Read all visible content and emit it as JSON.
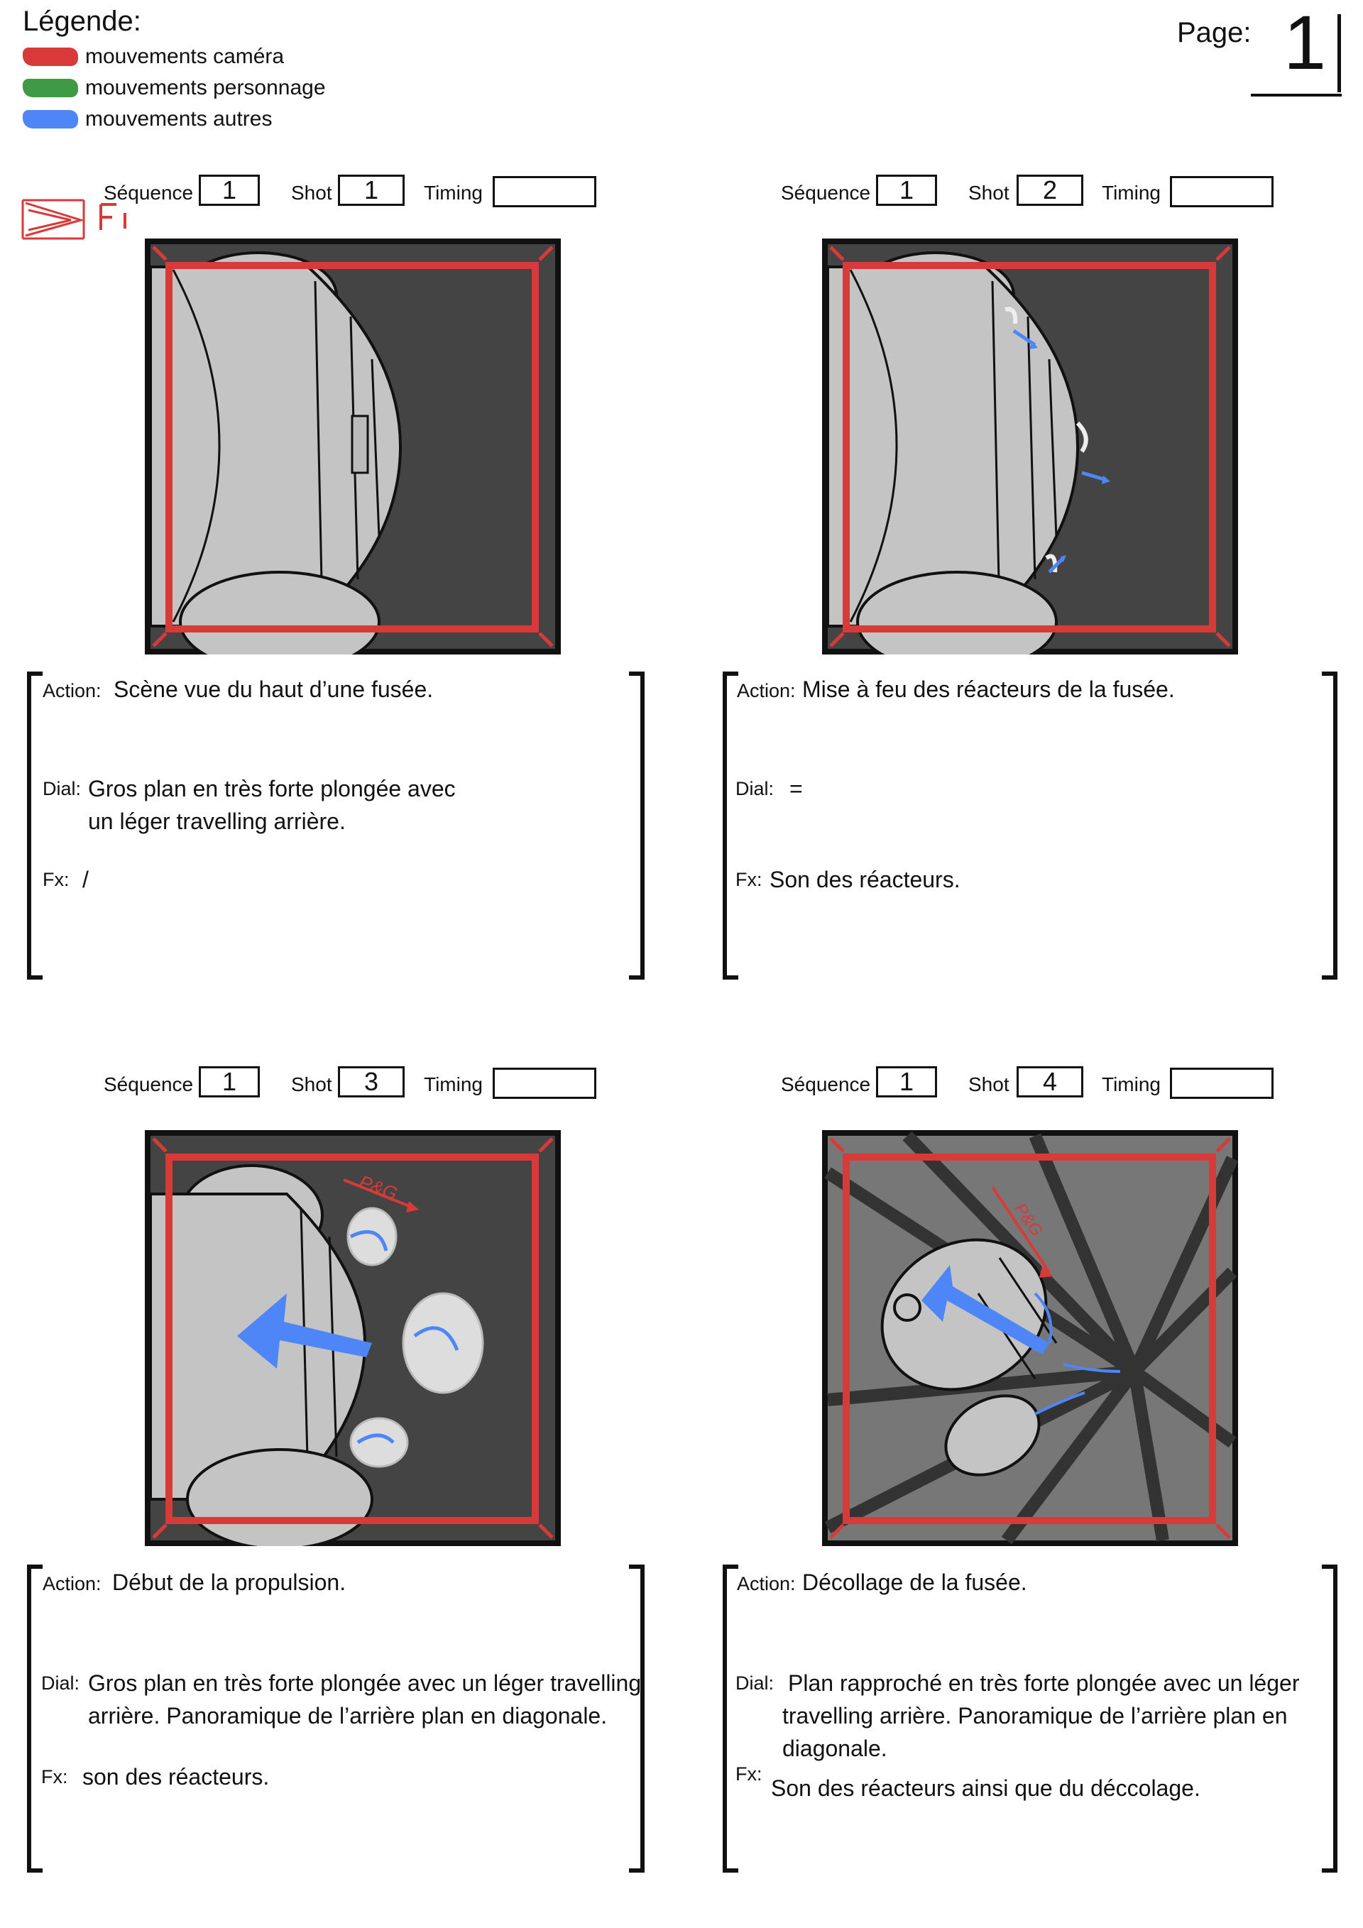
{
  "legend": {
    "title": "Légende:",
    "items": [
      {
        "label": "mouvements caméra",
        "color": "#d83a3a"
      },
      {
        "label": "mouvements personnage",
        "color": "#3f9a46"
      },
      {
        "label": "mouvements autres",
        "color": "#4f86f7"
      }
    ]
  },
  "page": {
    "label": "Page:",
    "number": "1"
  },
  "labels": {
    "sequence": "Séquence",
    "shot": "Shot",
    "timing": "Timing",
    "action": "Action:",
    "dial": "Dial:",
    "fx": "Fx:"
  },
  "colors": {
    "camera": "#d83a3a",
    "other": "#4f86f7",
    "frame_bg": "#444444",
    "rocket": "#c4c4c4"
  },
  "panels": [
    {
      "sequence": "1",
      "shot": "1",
      "timing": "",
      "action": "Scène vue du haut d’une fusée.",
      "dial": [
        "Gros plan en très forte plongée avec",
        "un léger travelling arrière."
      ],
      "fx": "/"
    },
    {
      "sequence": "1",
      "shot": "2",
      "timing": "",
      "action": "Mise à feu des réacteurs de la fusée.",
      "dial": [
        "="
      ],
      "fx": "Son des réacteurs."
    },
    {
      "sequence": "1",
      "shot": "3",
      "timing": "",
      "action": "Début de la propulsion.",
      "dial": [
        "Gros plan en très forte plongée avec un léger travelling",
        "arrière. Panoramique de l’arrière plan en diagonale."
      ],
      "fx": "son des réacteurs.",
      "annotation": "P&G"
    },
    {
      "sequence": "1",
      "shot": "4",
      "timing": "",
      "action": "Décollage de la fusée.",
      "dial": [
        "Plan rapproché en très forte plongée avec un léger",
        "travelling arrière. Panoramique de l’arrière plan en",
        "diagonale."
      ],
      "fx": "Son des réacteurs ainsi que du déccolage.",
      "annotation": "P&G"
    }
  ]
}
